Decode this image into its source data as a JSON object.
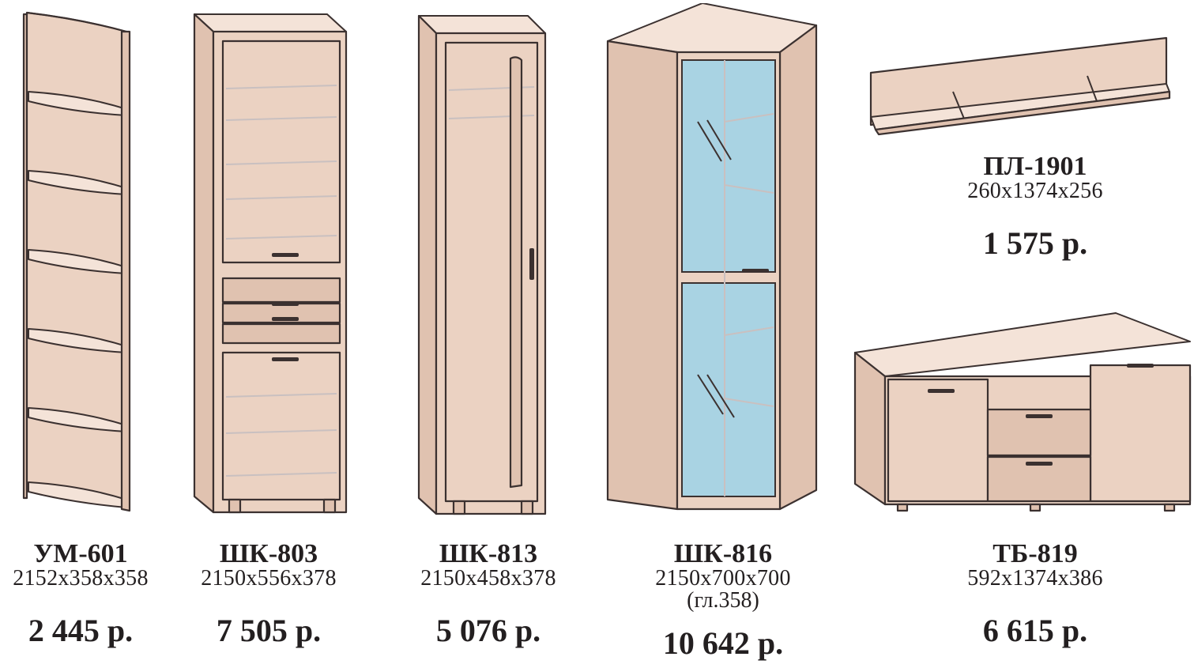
{
  "products": [
    {
      "code": "УМ-601",
      "dims": "2152х358х358",
      "price": "2 445 р."
    },
    {
      "code": "ШК-803",
      "dims": "2150х556х378",
      "price": "7 505 р."
    },
    {
      "code": "ШК-813",
      "dims": "2150х458х378",
      "price": "5 076 р."
    },
    {
      "code": "ШК-816",
      "dims": "2150х700х700",
      "note": "(гл.358)",
      "price": "10 642 р."
    },
    {
      "code": "ПЛ-1901",
      "dims": "260х1374х256",
      "price": "1 575 р."
    },
    {
      "code": "ТБ-819",
      "dims": "592х1374х386",
      "price": "6 615 р."
    }
  ],
  "colors": {
    "body": "#ebd2c2",
    "outline": "#3b3130",
    "glass": "#a9d3e3",
    "text": "#231f20"
  }
}
